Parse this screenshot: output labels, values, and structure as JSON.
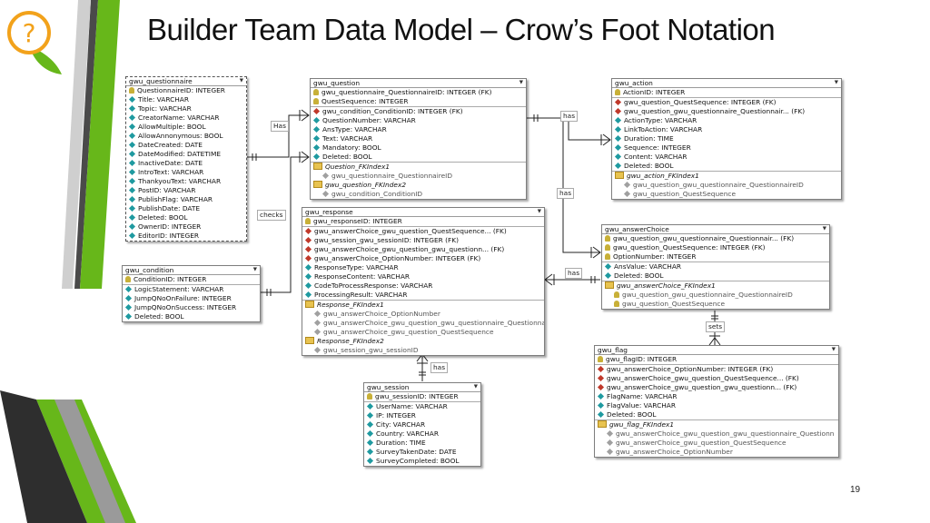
{
  "slide": {
    "title": "Builder Team Data Model – Crow’s Foot Notation",
    "page_number": "19",
    "logo_icon": "question-mark-leaf-icon",
    "colors": {
      "green": "#67b71a",
      "dark_gray": "#4a4a4a",
      "key": "#c8b038",
      "fk": "#1f9aa0"
    }
  },
  "tables": {
    "questionnaire": {
      "name": "gwu_questionnaire",
      "rows": [
        {
          "text": "QuestionnaireID: INTEGER",
          "icon": "key"
        },
        {
          "text": "Title: VARCHAR",
          "icon": "f"
        },
        {
          "text": "Topic: VARCHAR",
          "icon": "f"
        },
        {
          "text": "CreatorName: VARCHAR",
          "icon": "f"
        },
        {
          "text": "AllowMultiple: BOOL",
          "icon": "f"
        },
        {
          "text": "AllowAnnonymous: BOOL",
          "icon": "f"
        },
        {
          "text": "DateCreated: DATE",
          "icon": "f"
        },
        {
          "text": "DateModified: DATETIME",
          "icon": "f"
        },
        {
          "text": "InactiveDate: DATE",
          "icon": "f"
        },
        {
          "text": "IntroText: VARCHAR",
          "icon": "f"
        },
        {
          "text": "ThankyouText: VARCHAR",
          "icon": "f"
        },
        {
          "text": "PostID: VARCHAR",
          "icon": "f"
        },
        {
          "text": "PublishFlag: VARCHAR",
          "icon": "f"
        },
        {
          "text": "PublishDate: DATE",
          "icon": "f"
        },
        {
          "text": "Deleted: BOOL",
          "icon": "f"
        },
        {
          "text": "OwnerID: INTEGER",
          "icon": "f"
        },
        {
          "text": "EditorID: INTEGER",
          "icon": "f"
        }
      ]
    },
    "question": {
      "name": "gwu_question",
      "rows": [
        {
          "text": "gwu_questionnaire_QuestionnaireID: INTEGER (FK)",
          "icon": "key"
        },
        {
          "text": "QuestSequence: INTEGER",
          "icon": "key"
        },
        {
          "text": "gwu_condition_ConditionID: INTEGER (FK)",
          "icon": "r",
          "sep": true
        },
        {
          "text": "QuestionNumber: VARCHAR",
          "icon": "f"
        },
        {
          "text": "AnsType: VARCHAR",
          "icon": "f"
        },
        {
          "text": "Text: VARCHAR",
          "icon": "f"
        },
        {
          "text": "Mandatory: BOOL",
          "icon": "f"
        },
        {
          "text": "Deleted: BOOL",
          "icon": "f"
        },
        {
          "text": "Question_FKIndex1",
          "icon": "fold",
          "sep": true,
          "idx": true
        },
        {
          "text": "gwu_questionnaire_QuestionnaireID",
          "icon": "g",
          "sub": true
        },
        {
          "text": "gwu_question_FKIndex2",
          "icon": "fold",
          "idx": true
        },
        {
          "text": "gwu_condition_ConditionID",
          "icon": "g",
          "sub": true
        }
      ]
    },
    "action": {
      "name": "gwu_action",
      "rows": [
        {
          "text": "ActionID: INTEGER",
          "icon": "key"
        },
        {
          "text": "gwu_question_QuestSequence: INTEGER (FK)",
          "icon": "r",
          "sep": true
        },
        {
          "text": "gwu_question_gwu_questionnaire_Questionnair... (FK)",
          "icon": "r"
        },
        {
          "text": "ActionType: VARCHAR",
          "icon": "f"
        },
        {
          "text": "LinkToAction: VARCHAR",
          "icon": "f"
        },
        {
          "text": "Duration: TIME",
          "icon": "f"
        },
        {
          "text": "Sequence: INTEGER",
          "icon": "f"
        },
        {
          "text": "Content: VARCHAR",
          "icon": "f"
        },
        {
          "text": "Deleted: BOOL",
          "icon": "f"
        },
        {
          "text": "gwu_action_FKIndex1",
          "icon": "fold",
          "sep": true,
          "idx": true
        },
        {
          "text": "gwu_question_gwu_questionnaire_QuestionnaireID",
          "icon": "g",
          "sub": true
        },
        {
          "text": "gwu_question_QuestSequence",
          "icon": "g",
          "sub": true
        }
      ]
    },
    "response": {
      "name": "gwu_response",
      "rows": [
        {
          "text": "gwu_responseID: INTEGER",
          "icon": "key"
        },
        {
          "text": "gwu_answerChoice_gwu_question_QuestSequence... (FK)",
          "icon": "r",
          "sep": true
        },
        {
          "text": "gwu_session_gwu_sessionID: INTEGER (FK)",
          "icon": "r"
        },
        {
          "text": "gwu_answerChoice_gwu_question_gwu_questionn... (FK)",
          "icon": "r"
        },
        {
          "text": "gwu_answerChoice_OptionNumber: INTEGER (FK)",
          "icon": "r"
        },
        {
          "text": "ResponseType: VARCHAR",
          "icon": "f"
        },
        {
          "text": "ResponseContent: VARCHAR",
          "icon": "f"
        },
        {
          "text": "CodeToProcessResponse: VARCHAR",
          "icon": "f"
        },
        {
          "text": "ProcessingResult: VARCHAR",
          "icon": "f"
        },
        {
          "text": "Response_FKIndex1",
          "icon": "fold",
          "sep": true,
          "idx": true
        },
        {
          "text": "gwu_answerChoice_OptionNumber",
          "icon": "g",
          "sub": true
        },
        {
          "text": "gwu_answerChoice_gwu_question_gwu_questionnaire_QuestionnaireID",
          "icon": "g",
          "sub": true
        },
        {
          "text": "gwu_answerChoice_gwu_question_QuestSequence",
          "icon": "g",
          "sub": true
        },
        {
          "text": "Response_FKIndex2",
          "icon": "fold",
          "idx": true
        },
        {
          "text": "gwu_session_gwu_sessionID",
          "icon": "g",
          "sub": true
        }
      ]
    },
    "condition": {
      "name": "gwu_condition",
      "rows": [
        {
          "text": "ConditionID: INTEGER",
          "icon": "key"
        },
        {
          "text": "LogicStatement: VARCHAR",
          "icon": "f",
          "sep": true
        },
        {
          "text": "JumpQNoOnFailure: INTEGER",
          "icon": "f"
        },
        {
          "text": "JumpQNoOnSuccess: INTEGER",
          "icon": "f"
        },
        {
          "text": "Deleted: BOOL",
          "icon": "f"
        }
      ]
    },
    "answerChoice": {
      "name": "gwu_answerChoice",
      "rows": [
        {
          "text": "gwu_question_gwu_questionnaire_Questionnair... (FK)",
          "icon": "key"
        },
        {
          "text": "gwu_question_QuestSequence: INTEGER (FK)",
          "icon": "key"
        },
        {
          "text": "OptionNumber: INTEGER",
          "icon": "key"
        },
        {
          "text": "AnsValue: VARCHAR",
          "icon": "f",
          "sep": true
        },
        {
          "text": "Deleted: BOOL",
          "icon": "f"
        },
        {
          "text": "gwu_answerChoice_FKIndex1",
          "icon": "fold",
          "sep": true,
          "idx": true
        },
        {
          "text": "gwu_question_gwu_questionnaire_QuestionnaireID",
          "icon": "key",
          "sub": true
        },
        {
          "text": "gwu_question_QuestSequence",
          "icon": "key",
          "sub": true
        }
      ]
    },
    "session": {
      "name": "gwu_session",
      "rows": [
        {
          "text": "gwu_sessionID: INTEGER",
          "icon": "key"
        },
        {
          "text": "UserName: VARCHAR",
          "icon": "f",
          "sep": true
        },
        {
          "text": "IP: INTEGER",
          "icon": "f"
        },
        {
          "text": "City: VARCHAR",
          "icon": "f"
        },
        {
          "text": "Country: VARCHAR",
          "icon": "f"
        },
        {
          "text": "Duration: TIME",
          "icon": "f"
        },
        {
          "text": "SurveyTakenDate: DATE",
          "icon": "f"
        },
        {
          "text": "SurveyCompleted: BOOL",
          "icon": "f"
        }
      ]
    },
    "flag": {
      "name": "gwu_flag",
      "rows": [
        {
          "text": "gwu_flagID: INTEGER",
          "icon": "key"
        },
        {
          "text": "gwu_answerChoice_OptionNumber: INTEGER (FK)",
          "icon": "r",
          "sep": true
        },
        {
          "text": "gwu_answerChoice_gwu_question_QuestSequence... (FK)",
          "icon": "r"
        },
        {
          "text": "gwu_answerChoice_gwu_question_gwu_questionn... (FK)",
          "icon": "r"
        },
        {
          "text": "FlagName: VARCHAR",
          "icon": "f"
        },
        {
          "text": "FlagValue: VARCHAR",
          "icon": "f"
        },
        {
          "text": "Deleted: BOOL",
          "icon": "f"
        },
        {
          "text": "gwu_flag_FKIndex1",
          "icon": "fold",
          "sep": true,
          "idx": true
        },
        {
          "text": "gwu_answerChoice_gwu_question_gwu_questionnaire_Questionn",
          "icon": "g",
          "sub": true
        },
        {
          "text": "gwu_answerChoice_gwu_question_QuestSequence",
          "icon": "g",
          "sub": true
        },
        {
          "text": "gwu_answerChoice_OptionNumber",
          "icon": "g",
          "sub": true
        }
      ]
    }
  },
  "relationships": {
    "has1": "Has",
    "checks": "checks",
    "has2": "has",
    "has3": "has",
    "has4": "has",
    "has5": "has",
    "sets": "sets"
  }
}
